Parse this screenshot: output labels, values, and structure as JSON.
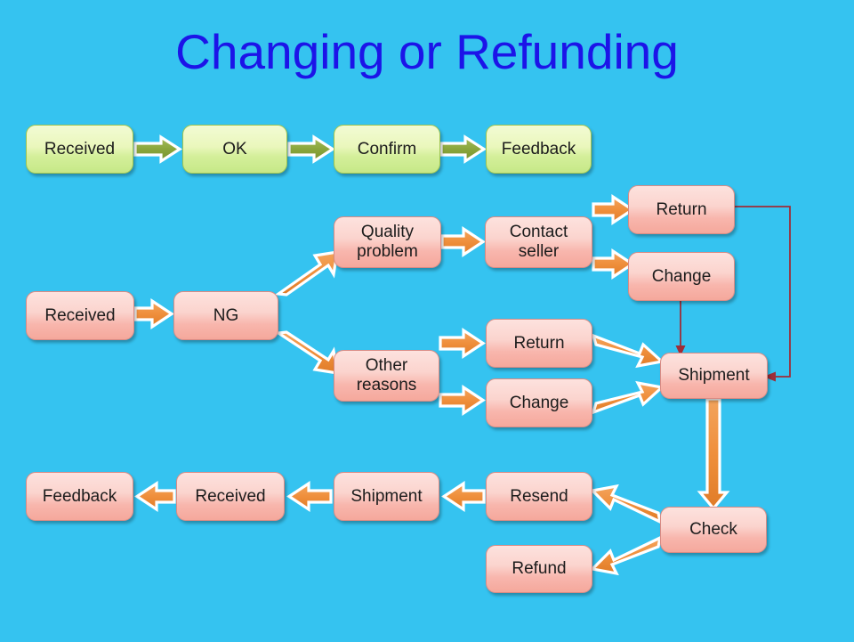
{
  "slide": {
    "title": "Changing or Refunding",
    "background_color": "#35c3f0",
    "title_color": "#1c14e8"
  },
  "palette": {
    "green_box_fill_top": "#f2fbd4",
    "green_box_fill_bottom": "#c6e887",
    "green_box_border": "#9ec44f",
    "green_arrow": "#8aa63c",
    "pink_box_fill_top": "#fde2de",
    "pink_box_fill_bottom": "#f5a89c",
    "pink_box_border": "#d98b84",
    "orange_arrow": "#ef8f3c",
    "thin_connector": "#9e2d38",
    "arrow_outline": "#ffffff"
  },
  "flows": {
    "ok_flow": {
      "name": "accepted-goods-flow",
      "nodes": [
        {
          "id": "g1",
          "label": "Received"
        },
        {
          "id": "g2",
          "label": "OK"
        },
        {
          "id": "g3",
          "label": "Confirm"
        },
        {
          "id": "g4",
          "label": "Feedback"
        }
      ]
    },
    "ng_flow": {
      "name": "defective-goods-flow",
      "nodes": [
        {
          "id": "p1",
          "label": "Received"
        },
        {
          "id": "p2",
          "label": "NG"
        },
        {
          "id": "p3",
          "label": "Quality problem"
        },
        {
          "id": "p4",
          "label": "Contact seller"
        },
        {
          "id": "p5",
          "label": "Return"
        },
        {
          "id": "p6",
          "label": "Change"
        },
        {
          "id": "p7",
          "label": "Other reasons"
        },
        {
          "id": "p8",
          "label": "Return"
        },
        {
          "id": "p9",
          "label": "Change"
        },
        {
          "id": "p10",
          "label": "Shipment"
        },
        {
          "id": "p11",
          "label": "Check"
        },
        {
          "id": "p12",
          "label": "Resend"
        },
        {
          "id": "p13",
          "label": "Refund"
        },
        {
          "id": "p14",
          "label": "Shipment"
        },
        {
          "id": "p15",
          "label": "Received"
        },
        {
          "id": "p16",
          "label": "Feedback"
        }
      ]
    }
  },
  "edges": [
    {
      "from": "Received",
      "to": "OK",
      "style": "green-block-arrow"
    },
    {
      "from": "OK",
      "to": "Confirm",
      "style": "green-block-arrow"
    },
    {
      "from": "Confirm",
      "to": "Feedback",
      "style": "green-block-arrow"
    },
    {
      "from": "Received",
      "to": "NG",
      "style": "orange-block-arrow"
    },
    {
      "from": "NG",
      "to": "Quality problem",
      "style": "orange-block-arrow"
    },
    {
      "from": "NG",
      "to": "Other reasons",
      "style": "orange-block-arrow"
    },
    {
      "from": "Quality problem",
      "to": "Contact seller",
      "style": "orange-block-arrow"
    },
    {
      "from": "Contact seller",
      "to": "Return",
      "style": "orange-block-arrow"
    },
    {
      "from": "Contact seller",
      "to": "Change",
      "style": "orange-block-arrow"
    },
    {
      "from": "Other reasons",
      "to": "Return",
      "style": "orange-block-arrow"
    },
    {
      "from": "Other reasons",
      "to": "Change",
      "style": "orange-block-arrow"
    },
    {
      "from": "Return",
      "to": "Shipment",
      "style": "thin-red-line"
    },
    {
      "from": "Change",
      "to": "Shipment",
      "style": "thin-red-line"
    },
    {
      "from": "Return",
      "to": "Shipment",
      "style": "orange-block-arrow"
    },
    {
      "from": "Change",
      "to": "Shipment",
      "style": "orange-block-arrow"
    },
    {
      "from": "Shipment",
      "to": "Check",
      "style": "orange-block-arrow"
    },
    {
      "from": "Check",
      "to": "Resend",
      "style": "orange-block-arrow"
    },
    {
      "from": "Check",
      "to": "Refund",
      "style": "orange-block-arrow"
    },
    {
      "from": "Resend",
      "to": "Shipment",
      "style": "orange-block-arrow"
    },
    {
      "from": "Shipment",
      "to": "Received",
      "style": "orange-block-arrow"
    },
    {
      "from": "Received",
      "to": "Feedback",
      "style": "orange-block-arrow"
    }
  ]
}
